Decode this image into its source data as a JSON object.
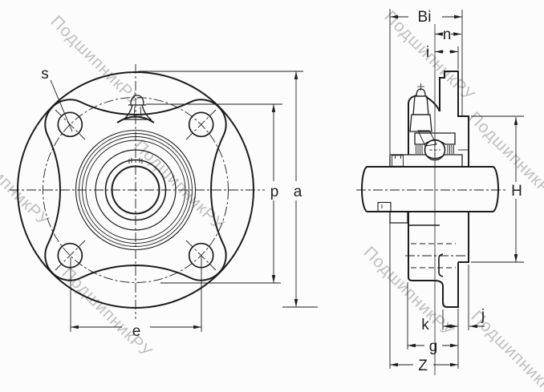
{
  "watermark": {
    "text": "ПодшипникРУ"
  },
  "dimensions": {
    "s": "s",
    "e": "e",
    "p": "p",
    "a": "a",
    "bi": "Bi",
    "n": "n",
    "i": "i",
    "h": "H",
    "k": "k",
    "j": "j",
    "g": "g",
    "z": "Z"
  },
  "colors": {
    "line": "#1c1c1c",
    "label": "#1f1f1f",
    "watermark": "#8f8f8f",
    "background": "#fcfcfc"
  }
}
